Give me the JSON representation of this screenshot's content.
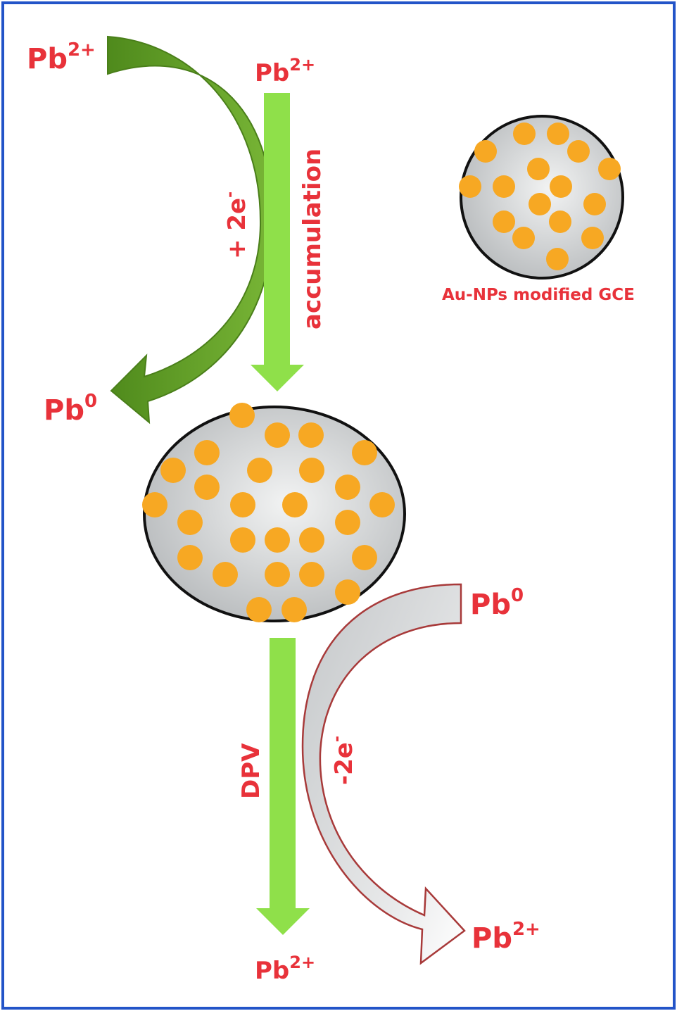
{
  "labels": {
    "top_left": {
      "base": "Pb",
      "sup": "2+"
    },
    "top_center": {
      "base": "Pb",
      "sup": "2+"
    },
    "left_product": {
      "base": "Pb",
      "sup": "0"
    },
    "right_start": {
      "base": "Pb",
      "sup": "0"
    },
    "right_product": {
      "base": "Pb",
      "sup": "2+"
    },
    "bottom_center": {
      "base": "Pb",
      "sup": "2+"
    },
    "reduction": {
      "base": "+ 2e",
      "sup": "-"
    },
    "oxidation": {
      "base": "-2e",
      "sup": "-"
    },
    "accumulation": "accumulation",
    "dpv": "DPV",
    "electrode_caption": "Au-NPs modified GCE"
  },
  "colors": {
    "frame": "#2354c8",
    "label": "#e8323a",
    "nanoparticle": "#f7a823",
    "electrode": "#d4d7d8",
    "green_dark": "#5a8f22",
    "green_light": "#8fe04a",
    "oxidation_arrow": "#a83a3a"
  }
}
